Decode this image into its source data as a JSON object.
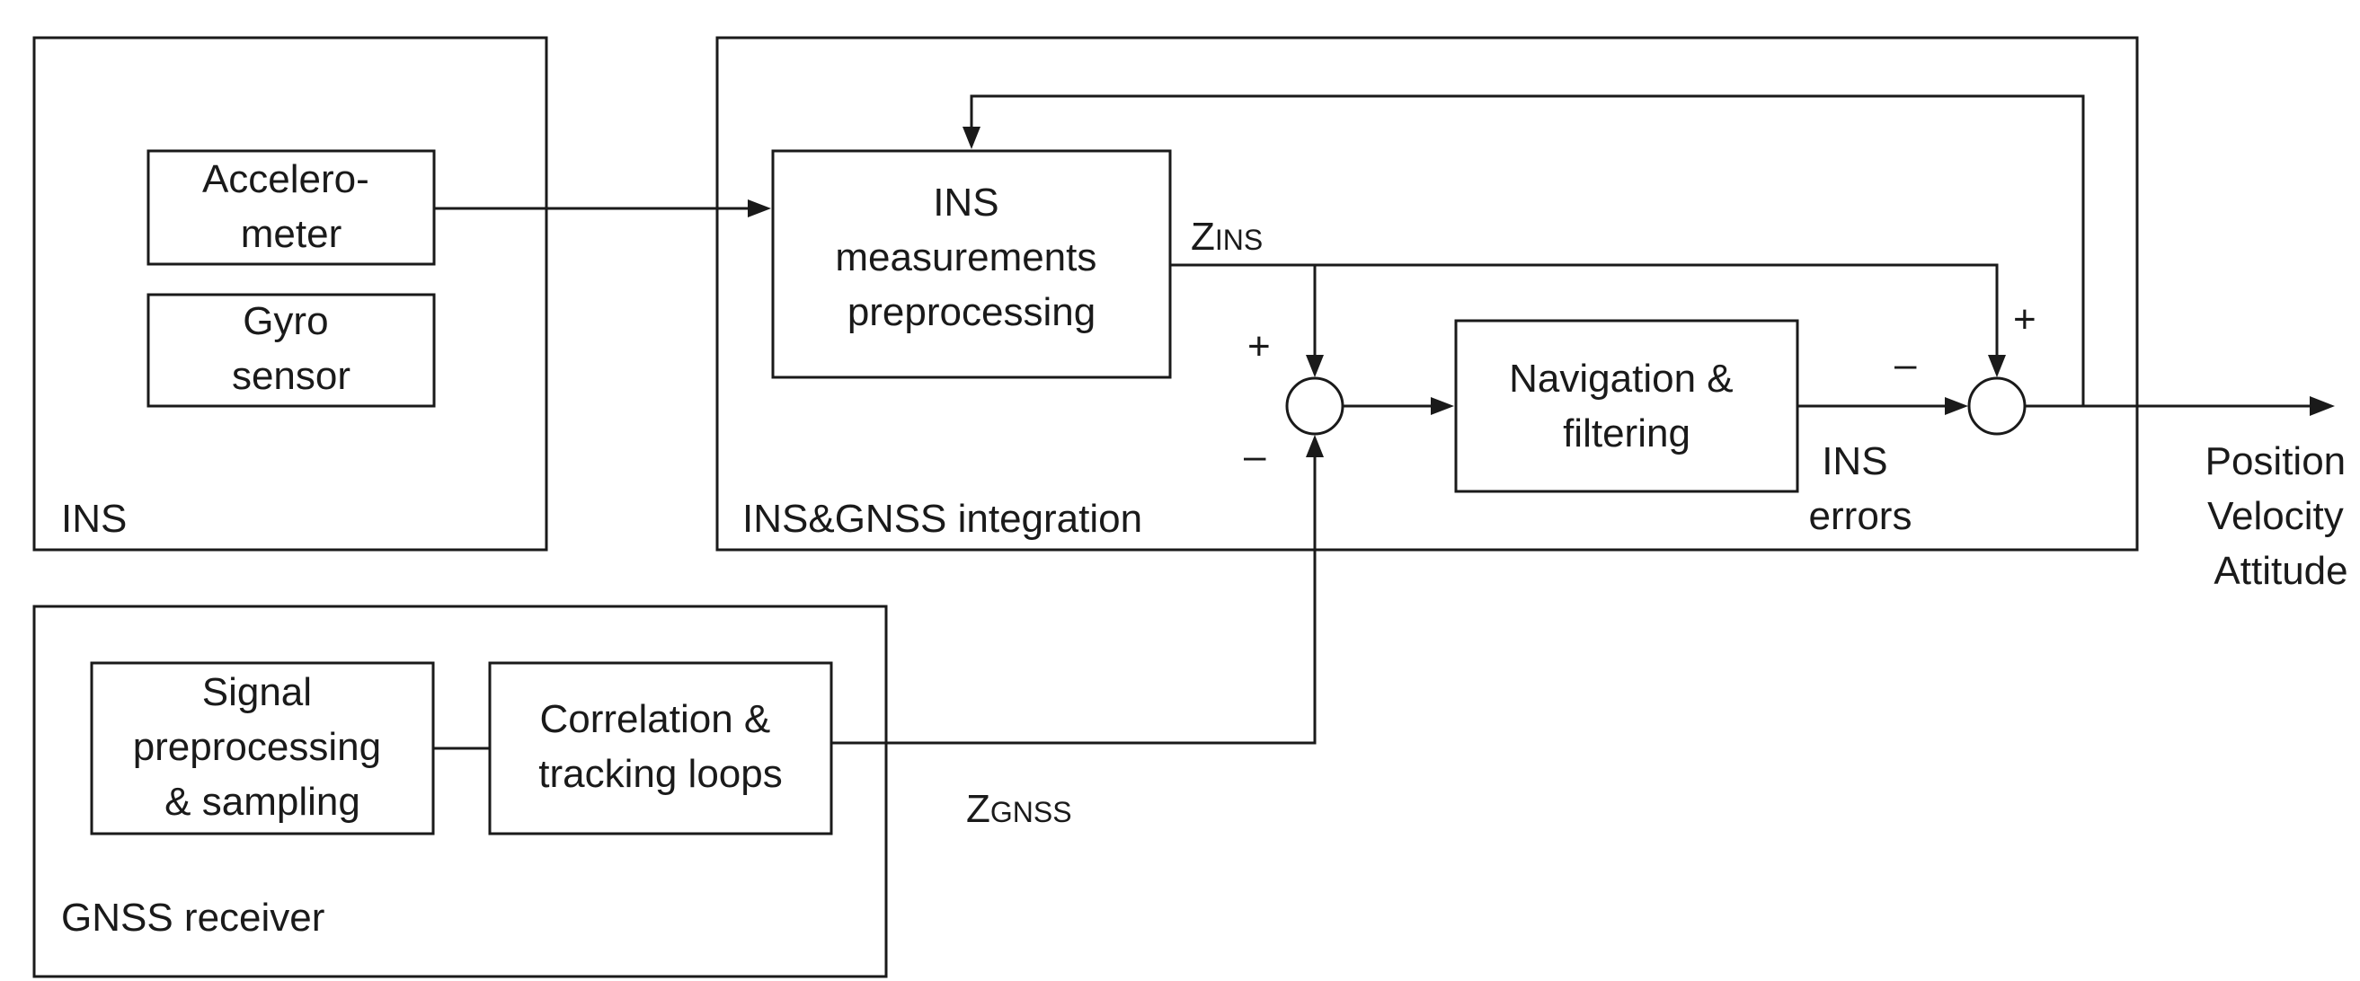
{
  "containers": {
    "ins": "INS",
    "integration": "INS&GNSS integration",
    "gnss": "GNSS receiver"
  },
  "blocks": {
    "accelerometer": [
      "Accelero-",
      "meter"
    ],
    "gyro": [
      "Gyro",
      "sensor"
    ],
    "ins_preprocessing": [
      "INS",
      "measurements",
      "preprocessing"
    ],
    "navigation": [
      "Navigation &",
      "filtering"
    ],
    "signal": [
      "Signal",
      "preprocessing",
      "& sampling"
    ],
    "correlation": [
      "Correlation &",
      "tracking loops"
    ]
  },
  "signals": {
    "z_ins_main": "Z",
    "z_ins_sub": "INS",
    "z_gnss_main": "Z",
    "z_gnss_sub": "GNSS",
    "ins_errors": [
      "INS",
      "errors"
    ]
  },
  "signs": {
    "sum1_top": "+",
    "sum1_bottom": "–",
    "sum2_left": "–",
    "sum2_top": "+"
  },
  "outputs": [
    "Position",
    "Velocity",
    "Attitude"
  ]
}
